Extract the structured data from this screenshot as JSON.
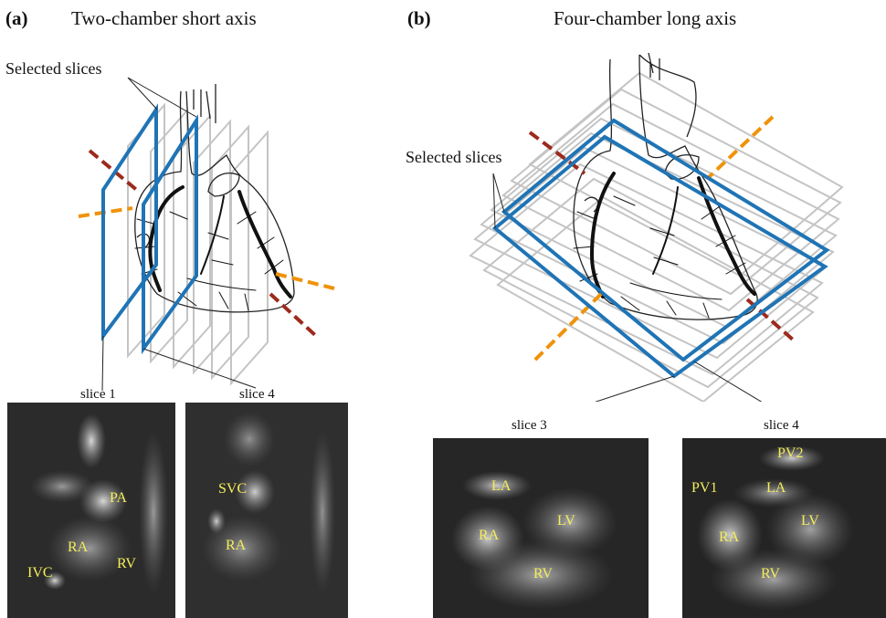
{
  "panel_a": {
    "letter": "(a)",
    "title": "Two-chamber short axis",
    "selected_note": "Selected slices",
    "slice_labels": [
      "slice 1",
      "slice 4"
    ],
    "images": [
      {
        "labels": [
          "PA",
          "RA",
          "RV",
          "IVC"
        ]
      },
      {
        "labels": [
          "SVC",
          "RA"
        ]
      }
    ]
  },
  "panel_b": {
    "letter": "(b)",
    "title": "Four-chamber long axis",
    "selected_note": "Selected slices",
    "slice_labels": [
      "slice 3",
      "slice 4"
    ],
    "images": [
      {
        "labels": [
          "LA",
          "RA",
          "LV",
          "RV"
        ]
      },
      {
        "labels": [
          "PV2",
          "PV1",
          "LA",
          "RA",
          "LV",
          "RV"
        ]
      }
    ]
  },
  "colors": {
    "selected_slice": "#1f74b5",
    "other_slice": "#c4c4c4",
    "axis_orange": "#f0920a",
    "axis_red": "#9c2a1c",
    "mri_label": "#f4ee5a"
  }
}
